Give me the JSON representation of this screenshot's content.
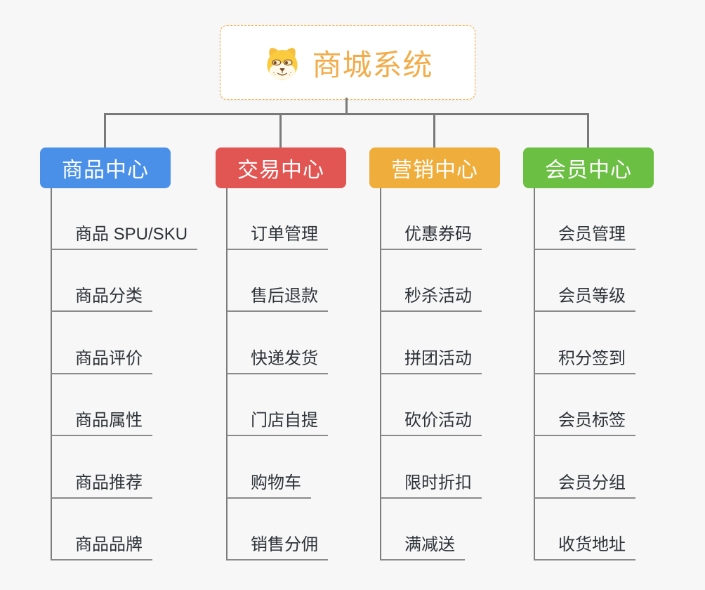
{
  "root": {
    "title": "商城系统",
    "icon": "dog-face-icon",
    "text_color": "#F2AC4A",
    "border_color": "#F5A93B"
  },
  "branches": [
    {
      "label": "商品中心",
      "color": "#4A90E8",
      "items": [
        "商品 SPU/SKU",
        "商品分类",
        "商品评价",
        "商品属性",
        "商品推荐",
        "商品品牌"
      ]
    },
    {
      "label": "交易中心",
      "color": "#E15553",
      "items": [
        "订单管理",
        "售后退款",
        "快递发货",
        "门店自提",
        "购物车",
        "销售分佣"
      ]
    },
    {
      "label": "营销中心",
      "color": "#EFAD3B",
      "items": [
        "优惠券码",
        "秒杀活动",
        "拼团活动",
        "砍价活动",
        "限时折扣",
        "满减送"
      ]
    },
    {
      "label": "会员中心",
      "color": "#6BBF43",
      "items": [
        "会员管理",
        "会员等级",
        "积分签到",
        "会员标签",
        "会员分组",
        "收货地址"
      ]
    }
  ],
  "colors": {
    "background": "#F7F7F7",
    "connector": "#7A7A7A",
    "leaf_line": "#8A8A8A",
    "leaf_text": "#2E3338",
    "branch_text": "#FFFFFF"
  }
}
